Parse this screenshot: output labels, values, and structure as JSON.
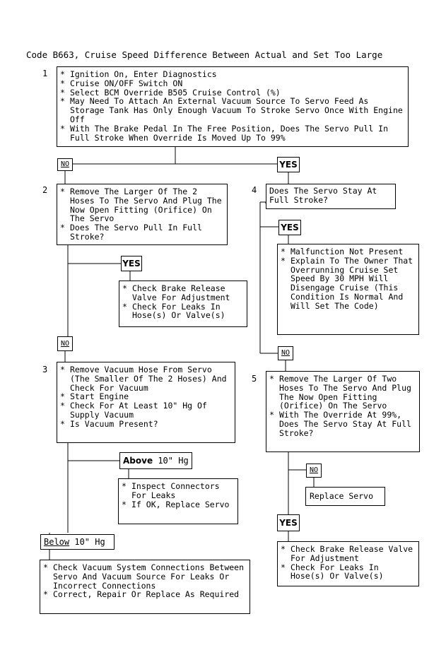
{
  "title": "Code B663, Cruise Speed Difference Between Actual and Set Too Large",
  "steps": {
    "s1": {
      "number": "1",
      "items": [
        "Ignition On, Enter Diagnostics",
        "Cruise ON/OFF Switch ON",
        "Select BCM Override B505 Cruise Control (%)",
        "May Need To Attach An External Vacuum Source To Servo Feed As Storage Tank Has Only Enough Vacuum To Stroke Servo Once With Engine Off",
        "With The Brake Pedal In The Free Position, Does The Servo Pull In Full Stroke When Override Is Moved Up To 99%"
      ]
    },
    "s2": {
      "number": "2",
      "items": [
        "Remove The Larger Of The 2 Hoses To The Servo And Plug The Now Open Fitting (Orifice) On The Servo",
        "Does The Servo Pull In Full Stroke?"
      ]
    },
    "s3": {
      "number": "3",
      "items": [
        "Remove Vacuum Hose From Servo (The Smaller Of The 2 Hoses) And Check For Vacuum",
        "Start Engine",
        "Check For At Least 10\" Hg Of Supply Vacuum",
        "Is Vacuum Present?"
      ]
    },
    "s4": {
      "number": "4",
      "question": "Does The Servo Stay At Full Stroke?"
    },
    "s5": {
      "number": "5",
      "items": [
        "Remove The Larger Of Two Hoses To The Servo And Plug The Now Open Fitting (Orifice) On The Servo",
        "With The Override At 99%, Does The Servo Stay At Full Stroke?"
      ]
    }
  },
  "results": {
    "brake_valve_left": [
      "Check Brake Release Valve For Adjustment",
      "Check For Leaks In Hose(s) Or Valve(s)"
    ],
    "malfunction": [
      "Malfunction Not Present",
      "Explain To The Owner That Overrunning Cruise Set Speed By 30 MPH Will Disengage Cruise (This Condition Is Normal And Will Set The Code)"
    ],
    "inspect_connectors": [
      "Inspect Connectors For Leaks",
      "If OK, Replace Servo"
    ],
    "check_vacuum": [
      "Check Vacuum System Connections Between Servo And Vacuum Source For Leaks Or Incorrect Connections",
      "Correct, Repair Or Replace As Required"
    ],
    "replace_servo": "Replace Servo",
    "brake_valve_right": [
      "Check Brake Release Valve For Adjustment",
      "Check For Leaks In Hose(s) Or Valve(s)"
    ]
  },
  "tags": {
    "no": "NO",
    "yes": "YES",
    "above_word": "Above",
    "below_word": "Below",
    "range_value": "10\" Hg"
  }
}
